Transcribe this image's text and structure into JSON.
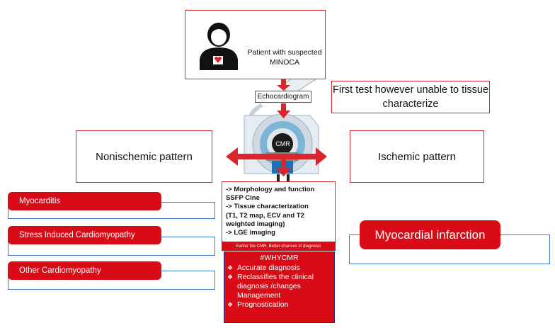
{
  "patient": {
    "text": "Patient with suspected MINOCA"
  },
  "echo": {
    "label": "Echocardiogram",
    "note": "First test however unable to tissue characterize"
  },
  "cmr": {
    "label": "CMR"
  },
  "patterns": {
    "nonischemic": "Nonischemic pattern",
    "ischemic": "Ischemic pattern"
  },
  "protocol": {
    "lines": [
      "-> Morphology and function",
      "SSFP Cine",
      "-> Tissue characterization",
      "(T1, T2 map, ECV and T2",
      "weighted imaging)",
      "-> LGE imaging"
    ],
    "footer": "Earlier the CMR, Better chances of diagnosis"
  },
  "why": {
    "title": "#WHYCMR",
    "items": [
      "Accurate diagnosis",
      "Reclassifies the clinical diagnosis /changes Management",
      "Prognostication"
    ]
  },
  "nonischemic_list": [
    "Myocarditis",
    "Stress Induced Cardiomyopathy",
    "Other Cardiomyopathy"
  ],
  "ischemic_list": [
    "Myocardial infarction"
  ],
  "colors": {
    "red": "#d90b16",
    "blue": "#3b78c8",
    "dark_blue": "#1c2d8a"
  }
}
